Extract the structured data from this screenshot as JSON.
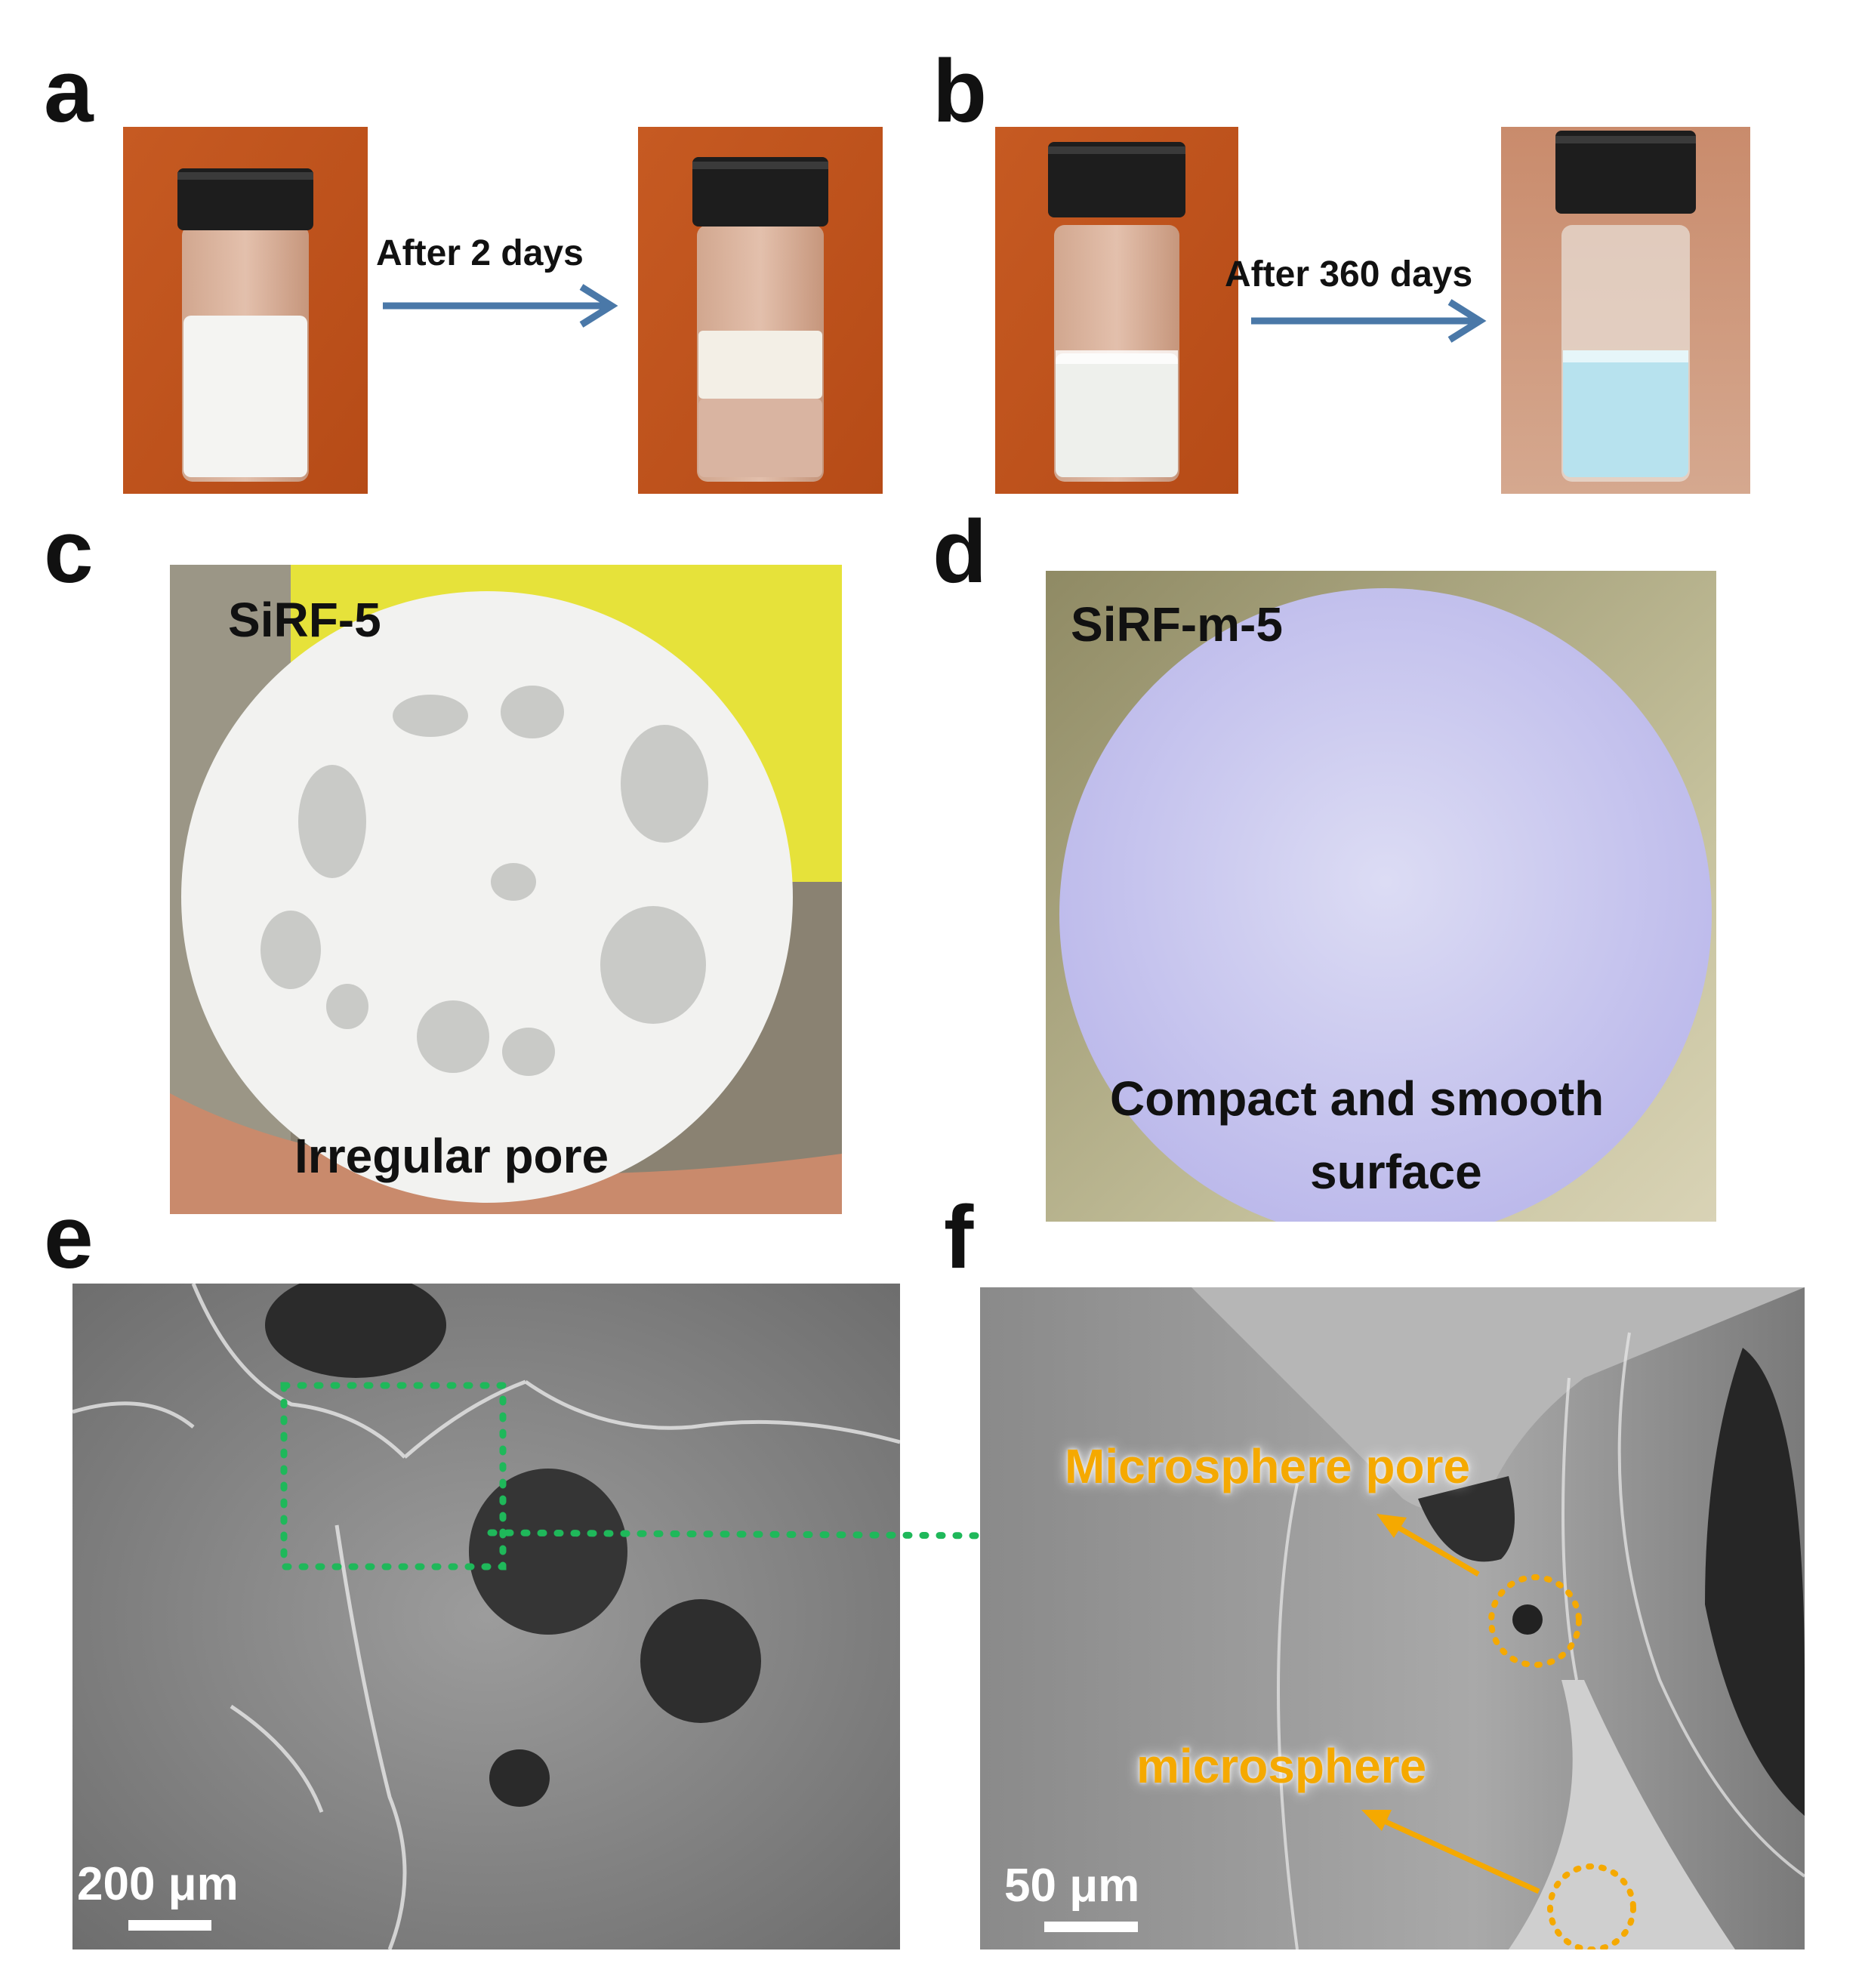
{
  "panels": {
    "a": {
      "letter": "a",
      "arrow_label": "After 2 days"
    },
    "b": {
      "letter": "b",
      "arrow_label": "After 360 days"
    },
    "c": {
      "letter": "c",
      "sample": "SiRF-5",
      "caption": "Irregular pore"
    },
    "d": {
      "letter": "d",
      "sample": "SiRF-m-5",
      "caption_line1": "Compact and smooth",
      "caption_line2": "surface"
    },
    "e": {
      "letter": "e",
      "scale_label": "200 μm"
    },
    "f": {
      "letter": "f",
      "scale_label": "50 μm",
      "annotation_pore": "Microsphere pore",
      "annotation_sphere": "microsphere"
    }
  },
  "colors": {
    "orange_backdrop": "#c8561e",
    "arrow_blue": "#4a78a8",
    "highlight_green": "#1fb85a",
    "annotation_orange": "#f5a900"
  }
}
